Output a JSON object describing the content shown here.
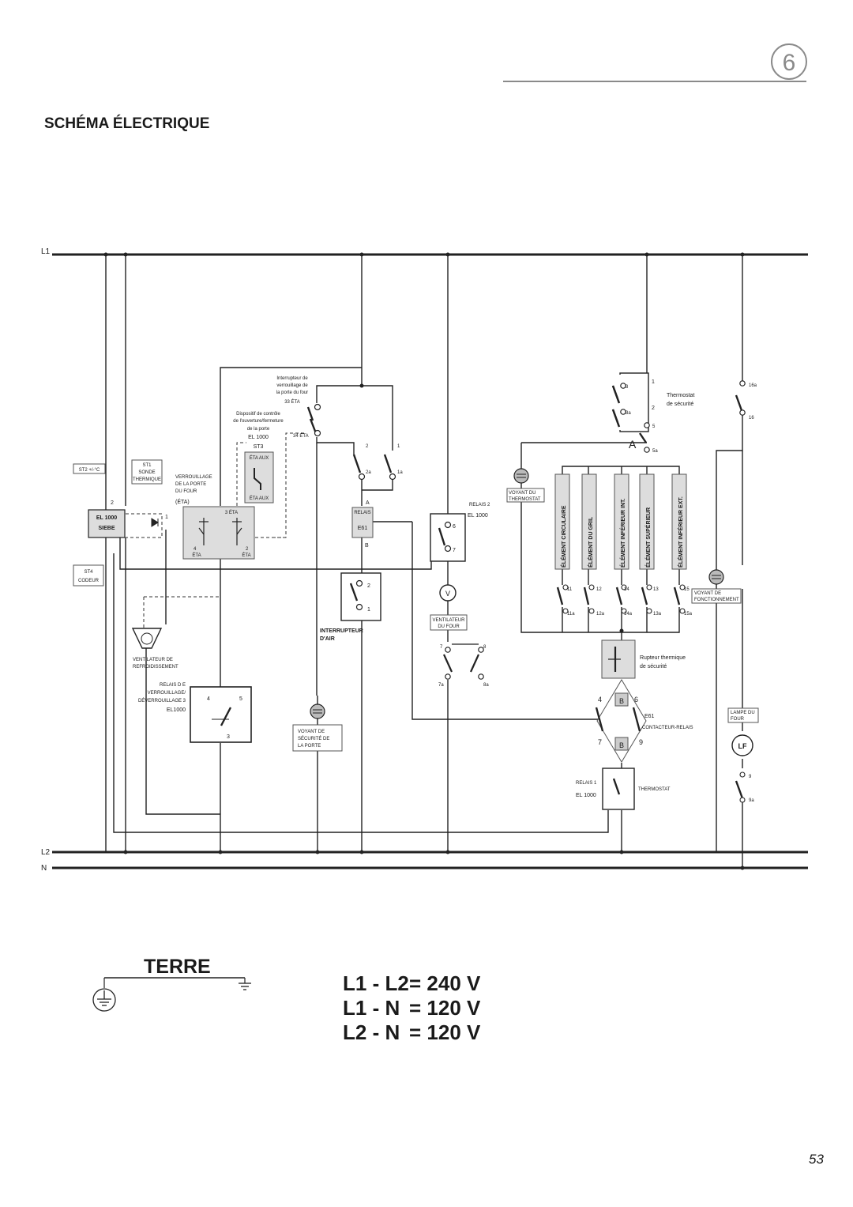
{
  "header": {
    "chapter_number": "6",
    "title": "SCHÉMA ÉLECTRIQUE"
  },
  "footer": {
    "page_number": "53"
  },
  "lines": {
    "l1": "L1",
    "l2": "L2",
    "n": "N"
  },
  "ground": {
    "label": "TERRE"
  },
  "voltages": [
    {
      "pair": "L1 - L2",
      "value": "= 240 V"
    },
    {
      "pair": "L1 - N",
      "value": "= 120 V"
    },
    {
      "pair": "L2 - N",
      "value": "= 120 V"
    }
  ],
  "components": {
    "st2": "ST2 +/-°C",
    "st1": [
      "ST1",
      "SONDE",
      "THERMIQUE"
    ],
    "el1000_siebe": [
      "EL 1000",
      "SIEBE"
    ],
    "st4": [
      "ST4",
      "CODEUR"
    ],
    "verrouillage": [
      "VERROUILLAGE",
      "DE LA PORTE",
      "DU FOUR",
      "(ÉTA)"
    ],
    "eta3": "3 ÉTA",
    "eta4": "ÉTA",
    "eta2": "ÉTA",
    "n4": "4",
    "n2": "2",
    "dispositif": [
      "Dispositif de contrôle",
      "de l'ouverture/fermeture",
      "de la porte",
      "EL 1000",
      "ST3"
    ],
    "eta_aux_top": "ÉTA AUX",
    "eta_aux_bottom": "ÉTA AUX",
    "interrupteur_verrou": [
      "Interrupteur de",
      "verrouillage de",
      "la porte du four",
      "33 ÉTA"
    ],
    "eta34": "34 ÉTA",
    "relais_e61": [
      "A",
      "RELAIS",
      "E61",
      "B"
    ],
    "int_air": [
      "INTERRUPTEUR",
      "D'AIR"
    ],
    "relais2": [
      "RELAIS 2",
      "EL 1000"
    ],
    "ventilateur_four": [
      "VENTILATEUR",
      "DU FOUR"
    ],
    "voyant_thermostat": [
      "VOYANT DU",
      "THERMOSTAT"
    ],
    "ventilateur_refroid": [
      "VENTILATEUR DE",
      "REFROIDISSEMENT"
    ],
    "relais_verrou": [
      "RELAIS D E",
      "VERROUILLAGE/",
      "DÉVERROUILLAGE 3",
      "EL1000"
    ],
    "voyant_securite": [
      "VOYANT DE",
      "SÉCURITÉ DE",
      "LA PORTE"
    ],
    "thermostat_securite": [
      "Thermostat",
      "de sécurité"
    ],
    "elements": [
      "ÉLÉMENT CIRCULAIRE",
      "ÉLÉMENT DU GRIL",
      "ÉLÉMENT INFÉRIEUR INT.",
      "ÉLÉMENT SUPÉRIEUR",
      "ÉLÉMENT INFÉRIEUR EXT."
    ],
    "voyant_fonct": [
      "VOYANT DE",
      "FONCTIONNEMENT"
    ],
    "rupteur": [
      "Rupteur thermique",
      "de sécurité"
    ],
    "e61_contact": [
      "E61",
      "CONTACTEUR-RELAIS"
    ],
    "b_label": "B",
    "a_label": "A",
    "relais1": [
      "RELAIS 1",
      "EL 1000"
    ],
    "thermostat": "THERMOSTAT",
    "lampe_four": [
      "LAMPE DU",
      "FOUR"
    ],
    "lf": "LF",
    "v": "V",
    "terminals": {
      "t1": "1",
      "t2": "2",
      "t3": "3",
      "t3a": "3a",
      "t5": "5",
      "t5a": "5a",
      "t16a": "16a",
      "t16": "16",
      "t11": "11",
      "t12": "12",
      "t14": "14",
      "t13": "13",
      "t15": "15",
      "t11a": "11a",
      "t12a": "12a",
      "t14a": "14a",
      "t13a": "13a",
      "t15a": "15a",
      "t6": "6",
      "t7": "7",
      "t8": "8",
      "t7a": "7a",
      "t8a": "8a",
      "t4": "4",
      "t9": "9",
      "t9a": "9a",
      "t2a": "2a",
      "t1a": "1a"
    }
  }
}
